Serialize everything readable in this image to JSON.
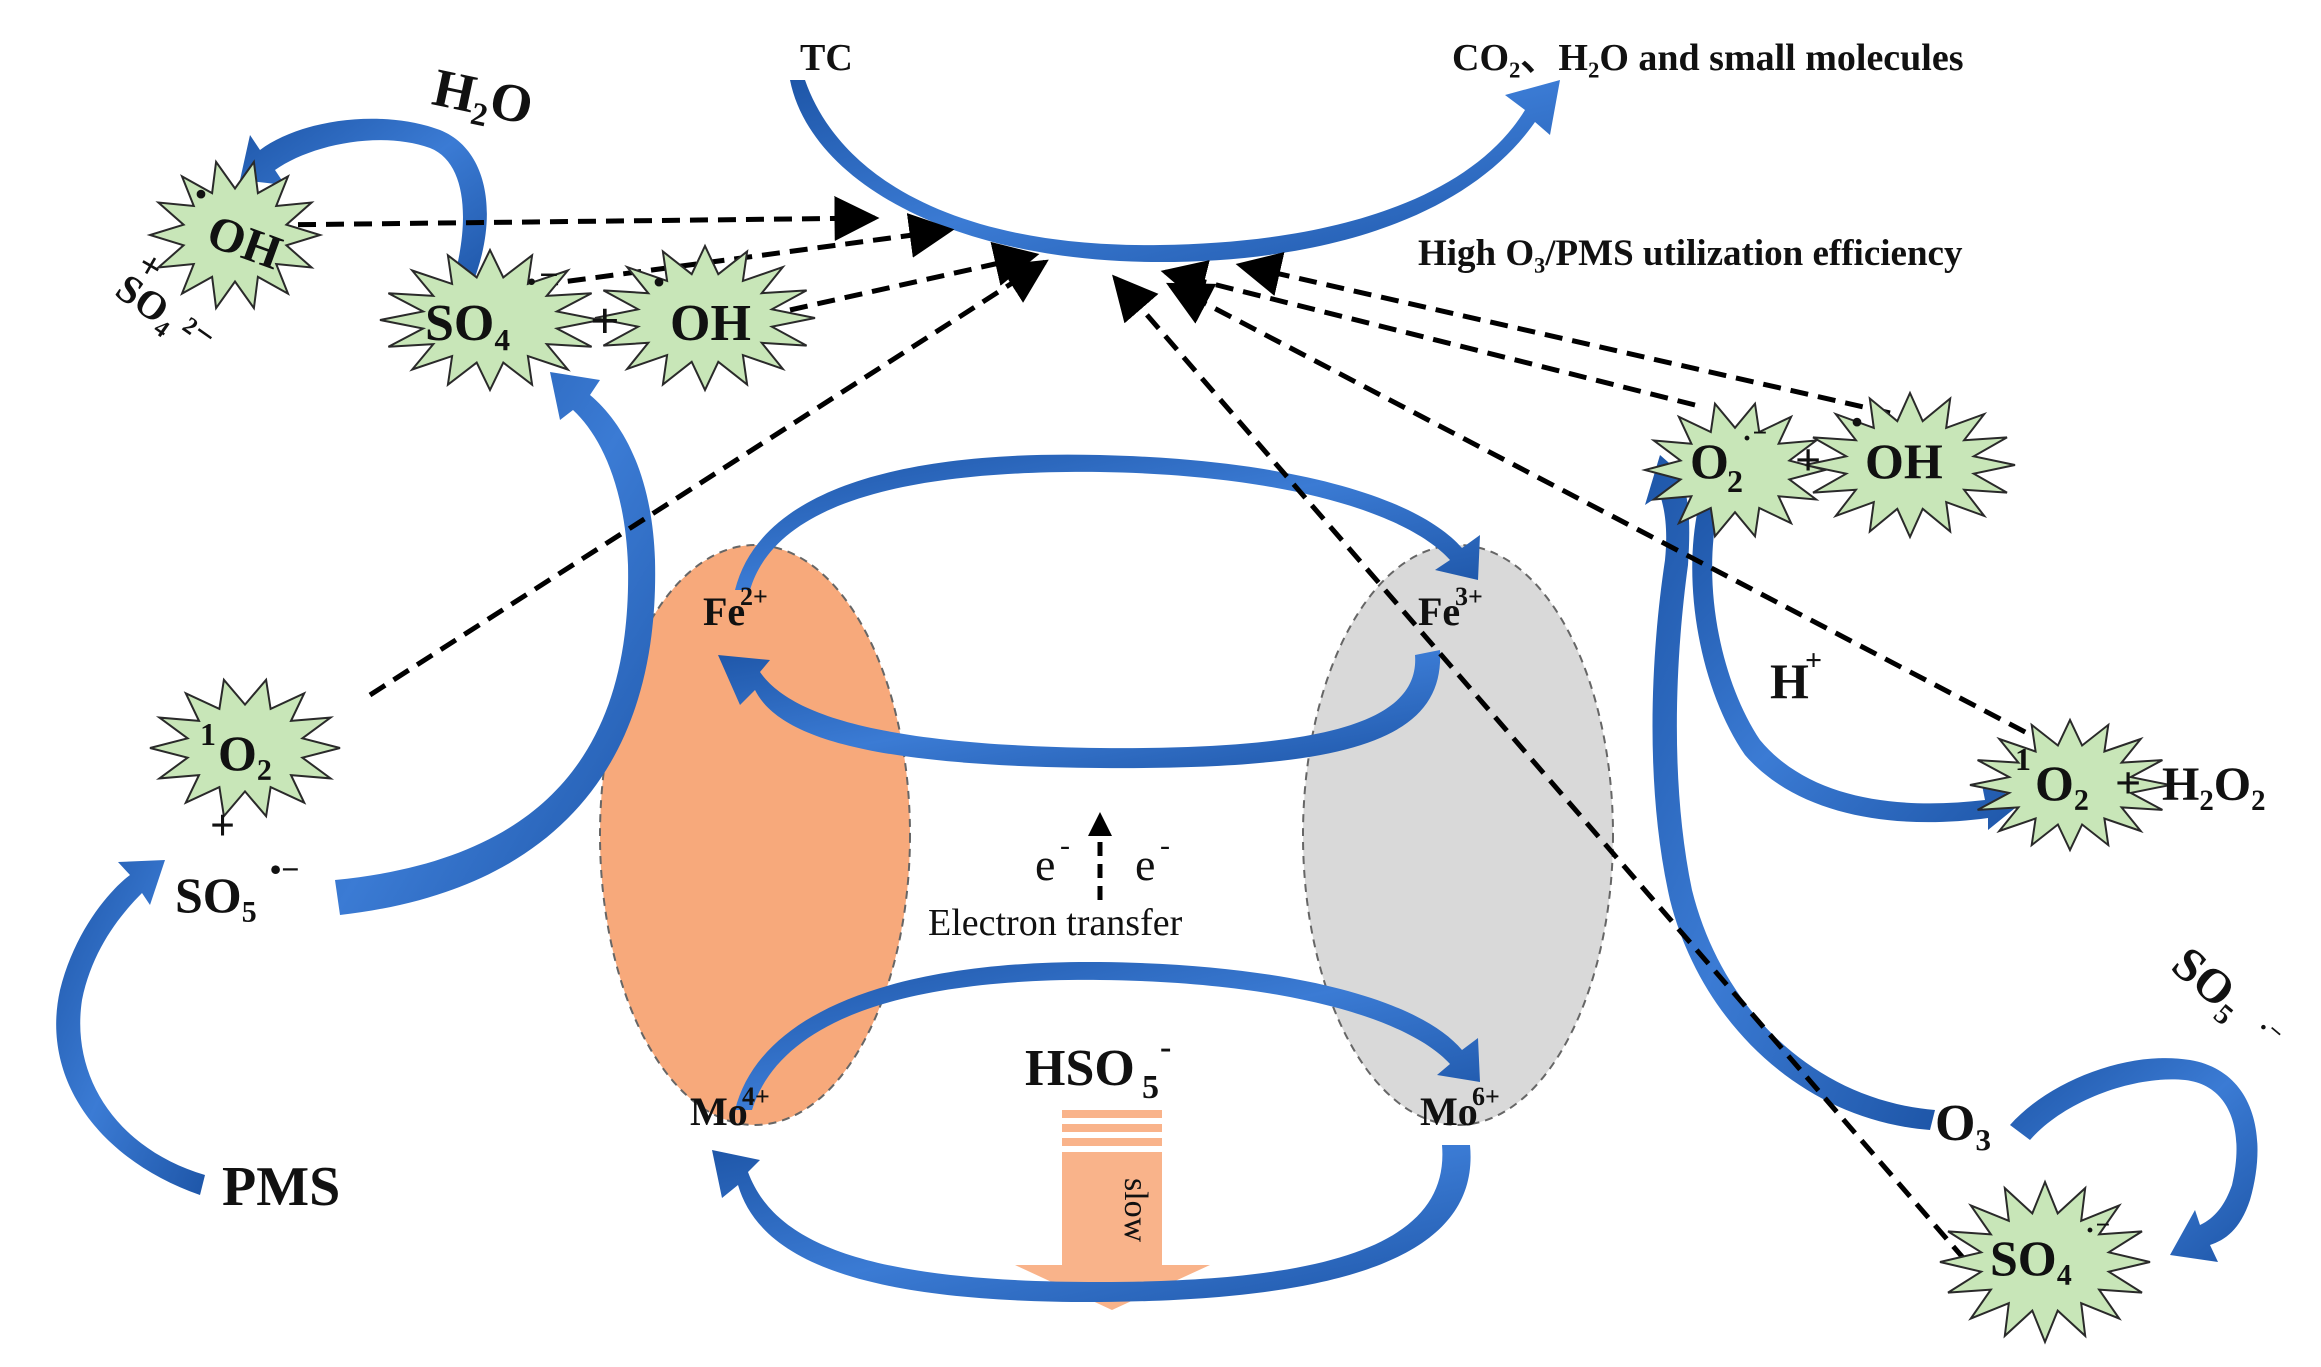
{
  "colors": {
    "arrow": "#2E6CC4",
    "arrow_light": "#6FA0E0",
    "burst_fill": "#C8E6B8",
    "burst_stroke": "#2a2a2a",
    "fe2_ellipse": "#F7A97B",
    "fe3_ellipse": "#D9D9D9",
    "slow_arrow": "#F9B38A",
    "dashed": "#000000"
  },
  "labels": {
    "tc": "TC",
    "products": "CO₂、H₂O and small molecules",
    "efficiency": "High O₃/PMS utilization efficiency",
    "h2o_top": "H₂O",
    "oh_left": "OH",
    "oh_left_dot": "·",
    "plus_left": "+",
    "so4_2minus": "SO₄ ²⁻",
    "so4_top": "SO₄",
    "so4_top_dot": "·⁻",
    "plus_top": "+",
    "oh_top": "OH",
    "oh_top_dot": "·",
    "singlet_o2_left_sup": "1",
    "singlet_o2_left": "O₂",
    "plus_mid_left": "+",
    "so5_left": "SO₅",
    "so5_left_sup": "•−",
    "pms": "PMS",
    "fe2": "Fe",
    "fe2_sup": "2+",
    "fe3": "Fe",
    "fe3_sup": "3+",
    "mo4": "Mo",
    "mo4_sup": "4+",
    "mo6": "Mo",
    "mo6_sup": "6+",
    "e_left": "e",
    "e_left_sup": "-",
    "e_right": "e",
    "e_right_sup": "-",
    "electron_transfer": "Electron transfer",
    "hso5": "HSO",
    "hso5_sub": "5",
    "hso5_sup": "-",
    "slow": "slow",
    "o2_radical": "O",
    "o2_radical_sub": "2",
    "o2_radical_sup": "·⁻",
    "plus_right": "+",
    "oh_right": "OH",
    "oh_right_dot": "·",
    "h_plus": "H",
    "h_plus_sup": "+",
    "singlet_o2_right_sup": "1",
    "singlet_o2_right": "O₂",
    "plus_h2o2": "+",
    "h2o2": "H₂O₂",
    "o3": "O₃",
    "so5_right": "SO₅",
    "so5_right_sup": "·⁻",
    "so4_bottom": "SO₄",
    "so4_bottom_dot": "·⁻"
  }
}
